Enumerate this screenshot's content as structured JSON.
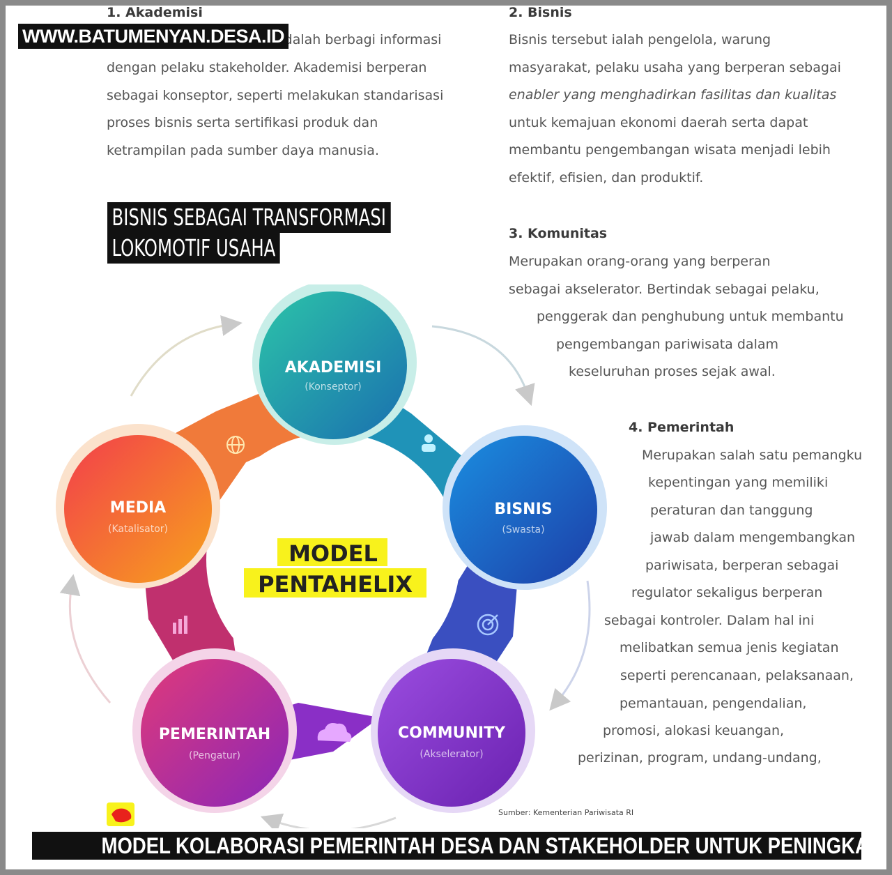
{
  "watermark": "WWW.BATUMENYAN.DESA.ID",
  "sections": {
    "akademisi": {
      "title": "1. Akademisi",
      "lines": [
        "adalah berbagi informasi",
        "dengan pelaku stakeholder. Akademisi berperan",
        "sebagai konseptor, seperti melakukan standarisasi",
        "proses bisnis serta sertifikasi produk dan",
        "ketrampilan pada sumber daya manusia."
      ]
    },
    "bisnis": {
      "title": "2. Bisnis",
      "lines": [
        "Bisnis tersebut ialah pengelola, warung",
        "masyarakat, pelaku usaha yang berperan sebagai",
        "enabler yang menghadirkan fasilitas dan kualitas",
        "untuk kemajuan ekonomi daerah serta dapat",
        "membantu pengembangan wisata menjadi lebih",
        "efektif, efisien, dan produktif."
      ]
    },
    "komunitas": {
      "title": "3. Komunitas",
      "lines": [
        "Merupakan orang-orang yang berperan",
        "sebagai akselerator. Bertindak sebagai pelaku,",
        "penggerak dan penghubung untuk membantu",
        "pengembangan pariwisata dalam",
        "keseluruhan proses sejak awal."
      ]
    },
    "pemerintah": {
      "title": "4. Pemerintah",
      "lines": [
        "Merupakan salah satu pemangku",
        "kepentingan yang memiliki",
        "peraturan dan tanggung",
        "jawab dalam mengembangkan",
        "pariwisata, berperan sebagai",
        "regulator sekaligus berperan",
        "sebagai kontroler. Dalam hal ini",
        "melibatkan semua jenis kegiatan",
        "seperti perencanaan, pelaksanaan,",
        "pemantauan, pengendalian,",
        "promosi, alokasi keuangan,",
        "perizinan, program, undang-undang,"
      ]
    }
  },
  "headline": [
    "BISNIS SEBAGAI TRANSFORMASI",
    "LOKOMOTIF USAHA"
  ],
  "diagram": {
    "center": [
      "MODEL",
      "PENTAHELIX"
    ],
    "nodes": [
      {
        "label": "AKADEMISI",
        "sub": "(Konseptor)"
      },
      {
        "label": "BISNIS",
        "sub": "(Swasta)"
      },
      {
        "label": "COMMUNITY",
        "sub": "(Akselerator)"
      },
      {
        "label": "PEMERINTAH",
        "sub": "(Pengatur)"
      },
      {
        "label": "MEDIA",
        "sub": "(Katalisator)"
      }
    ],
    "icons": [
      "globe-icon",
      "person-icon",
      "target-icon",
      "cloud-icon",
      "bar-chart-icon"
    ],
    "colors": {
      "akademisi": "#1fb5b0",
      "bisnis": "#1a63c9",
      "community": "#8a2fc6",
      "pemerintah": "#c8278f",
      "media": "#f26a2e",
      "highlight": "#f8f21c"
    }
  },
  "source": "Sumber: Kementerian Pariwisata RI",
  "caption": "MODEL KOLABORASI PEMERINTAH DESA DAN STAKEHOLDER UNTUK PENINGKATAN SDM"
}
